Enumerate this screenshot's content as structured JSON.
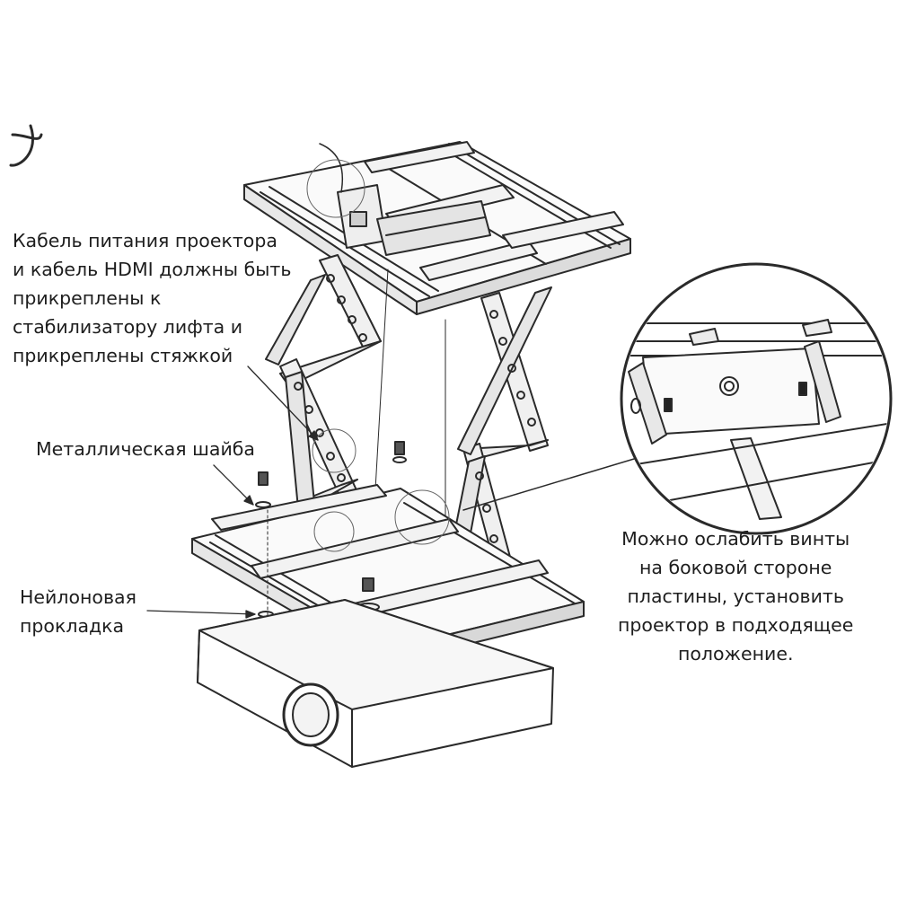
{
  "callouts": {
    "cable_lines": [
      "Кабель питания проектора",
      "и кабель HDMI должны быть",
      "прикреплены к",
      "стабилизатору лифта и",
      "прикреплены стяжкой"
    ],
    "metal_washer": "Металлическая шайба",
    "nylon_pad_lines": [
      "Нейлоновая",
      "прокладка"
    ],
    "screw_lines": [
      "Можно ослабить винты",
      "на боковой стороне",
      "пластины, установить",
      "проектор в подходящее",
      "положение."
    ]
  },
  "colors": {
    "line": "#2a2a2a",
    "text": "#1e1e1e",
    "background": "#ffffff"
  }
}
